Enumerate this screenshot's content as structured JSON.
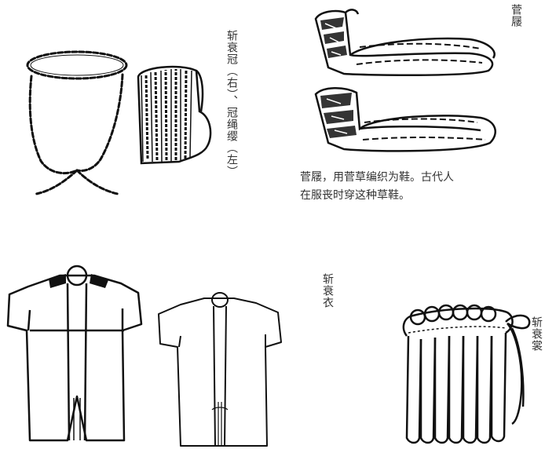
{
  "labels": {
    "crown": "斩衰冠（右）、冠绳缨（左）",
    "sandal": "菅屦",
    "robe": "斩衰衣",
    "skirt": "斩衰裳"
  },
  "caption": {
    "line1": "菅屦，用菅草编织为鞋。古代人",
    "line2": "在服丧时穿这种草鞋。"
  },
  "colors": {
    "ink": "#111111",
    "paper": "#ffffff",
    "text": "#333333"
  }
}
